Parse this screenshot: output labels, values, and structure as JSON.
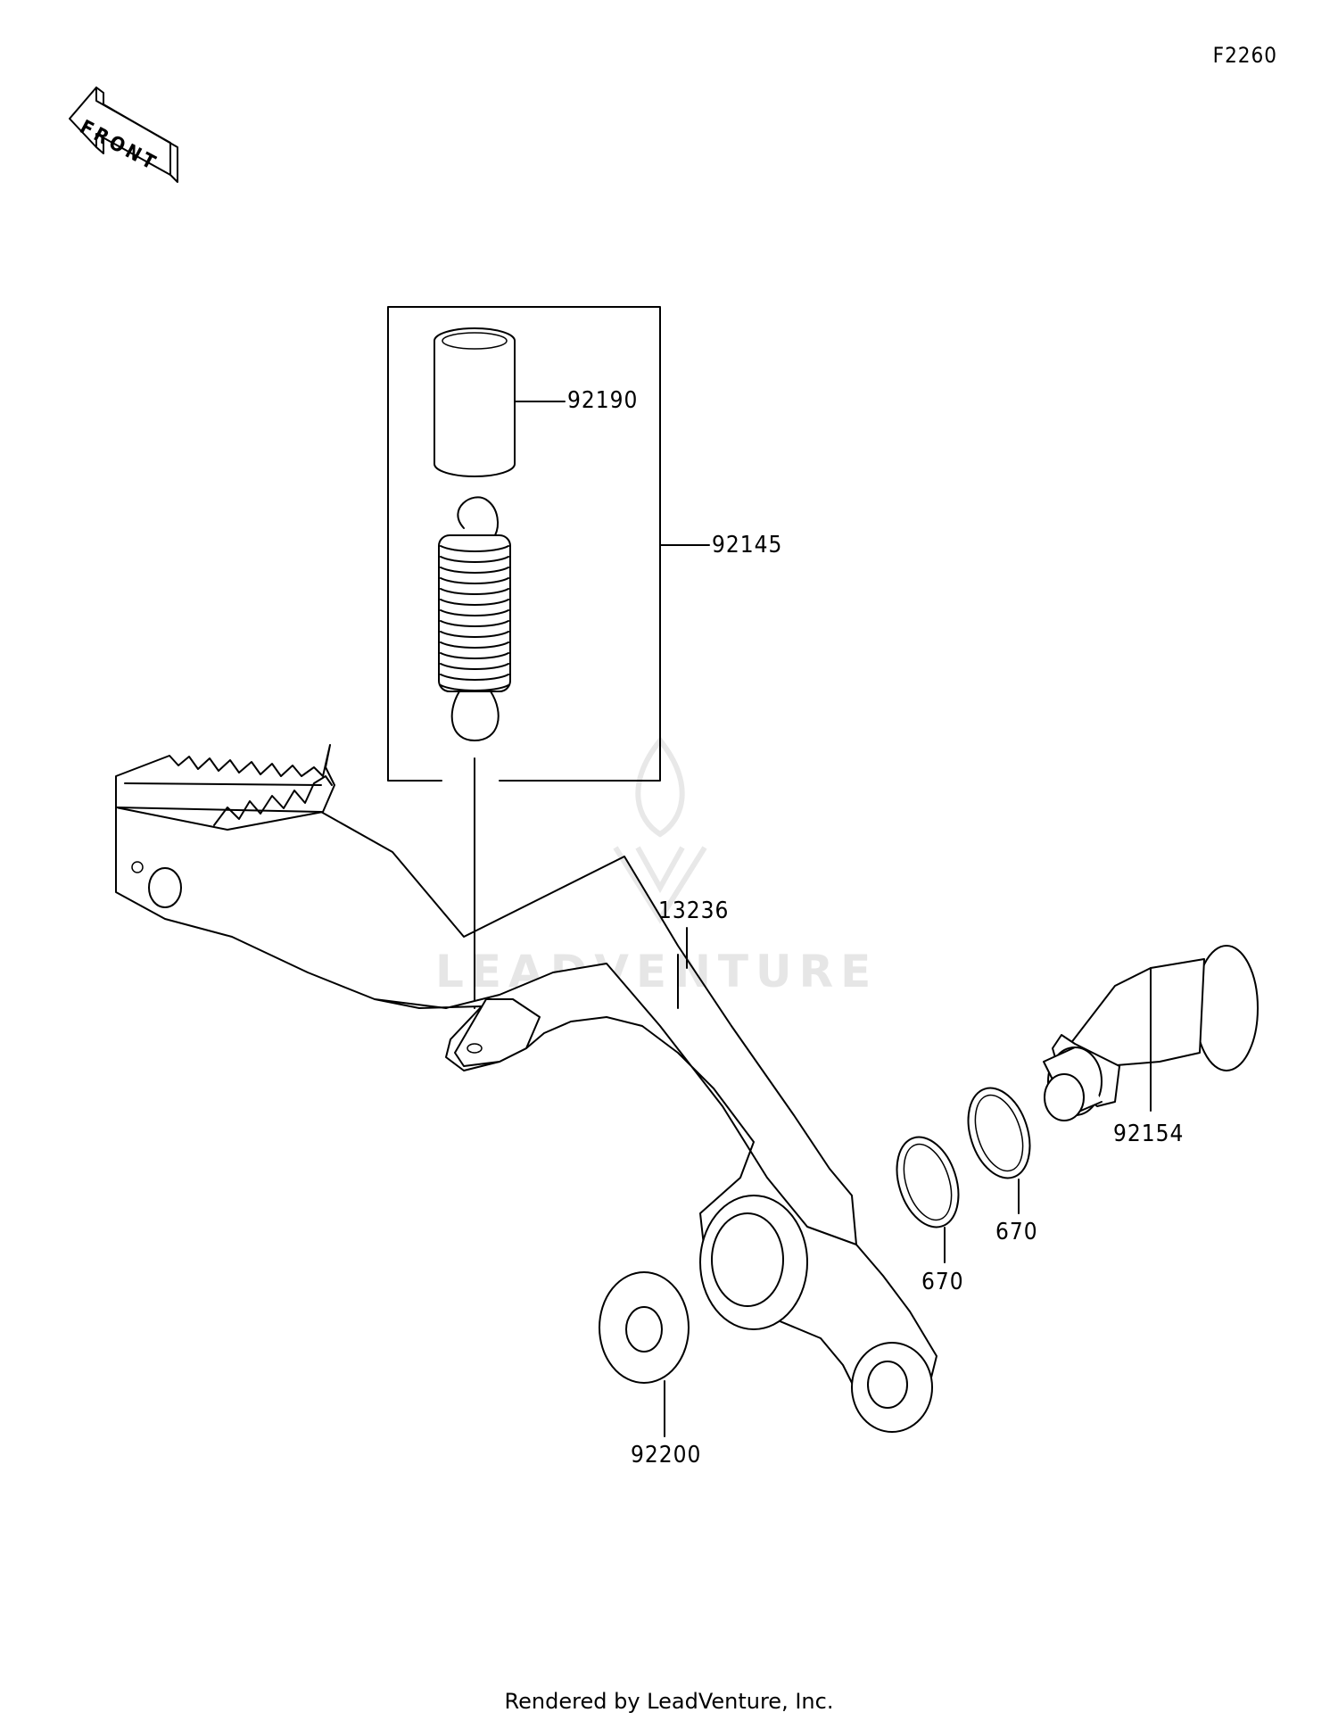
{
  "figure_id": "F2260",
  "front_label": "FRONT",
  "footer": "Rendered by LeadVenture, Inc.",
  "watermark": "LEADVENTURE",
  "parts": [
    {
      "id": "92190",
      "name": "part-92190"
    },
    {
      "id": "92145",
      "name": "part-92145"
    },
    {
      "id": "13236",
      "name": "part-13236"
    },
    {
      "id": "92154",
      "name": "part-92154"
    },
    {
      "id": "670",
      "name": "part-670-a"
    },
    {
      "id": "670",
      "name": "part-670-b"
    },
    {
      "id": "92200",
      "name": "part-92200"
    }
  ]
}
